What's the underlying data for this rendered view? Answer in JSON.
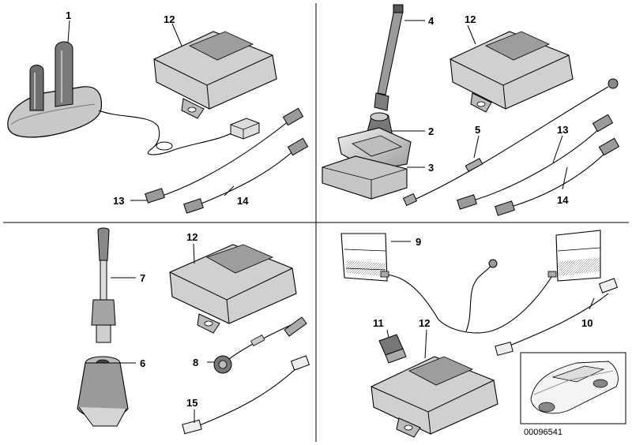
{
  "diagram": {
    "reference_number": "00096541",
    "callouts": {
      "q1": [
        "1",
        "12",
        "13",
        "14"
      ],
      "q2": [
        "4",
        "12",
        "2",
        "3",
        "5",
        "13",
        "14"
      ],
      "q3": [
        "12",
        "7",
        "6",
        "8",
        "15"
      ],
      "q4": [
        "9",
        "11",
        "12",
        "10"
      ]
    }
  }
}
